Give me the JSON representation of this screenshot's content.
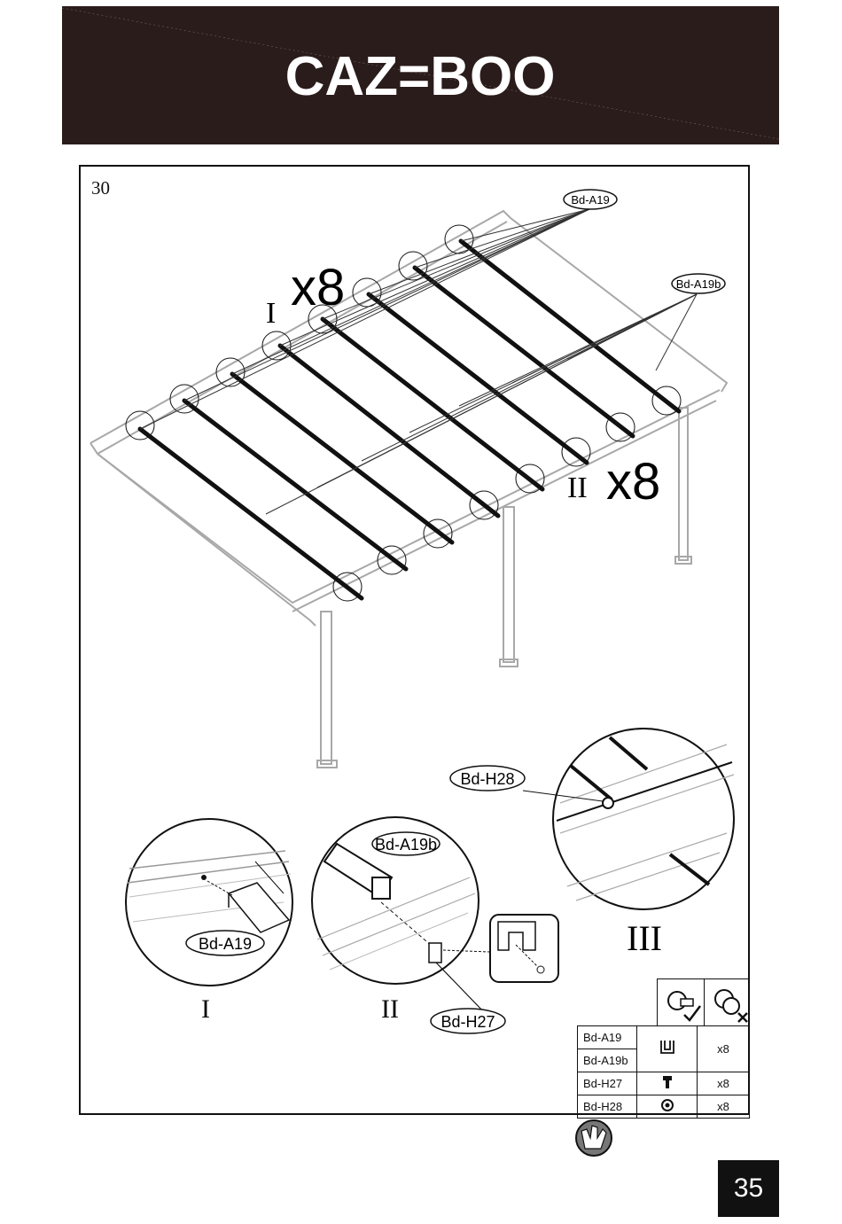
{
  "brand": {
    "logo_text": "CAZ=BOO"
  },
  "step": {
    "number": "30"
  },
  "callouts": {
    "a19": "Bd-A19",
    "a19b": "Bd-A19b",
    "qty_top": "x8",
    "qty_mid": "x8",
    "roman_top": "I",
    "roman_mid": "II"
  },
  "details": {
    "d1": {
      "roman": "I",
      "label": "Bd-A19"
    },
    "d2": {
      "roman": "II",
      "label_top": "Bd-A19b",
      "label_bottom": "Bd-H27"
    },
    "d3": {
      "roman": "III",
      "label": "Bd-H28"
    }
  },
  "parts": {
    "rows": [
      {
        "code": "Bd-A19",
        "qty": "x8"
      },
      {
        "code": "Bd-A19b"
      },
      {
        "code": "Bd-H27",
        "qty": "x8"
      },
      {
        "code": "Bd-H28",
        "qty": "x8"
      }
    ]
  },
  "icons": {
    "tool_ok": "bolt-check-icon",
    "tool_no": "bolt-cross-icon",
    "gloves": "gloves-icon"
  },
  "page": {
    "number": "35"
  }
}
